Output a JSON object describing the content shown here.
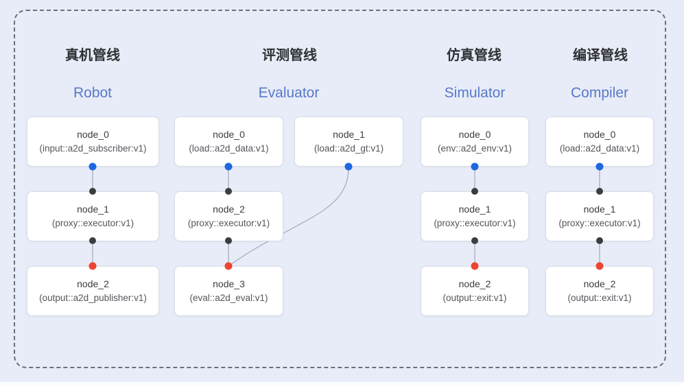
{
  "colors": {
    "bg": "#e7ecf8",
    "dash_border": "#6b6f76",
    "title_dark": "#2e3033",
    "accent_en": "#5978ca",
    "box_border": "#d9dde5",
    "node_title": "#3b3c40",
    "node_sub": "#53555a",
    "edge": "#a6afbe",
    "dot_blue": "#1e68e0",
    "dot_dark": "#3c3d41",
    "dot_red": "#ec4532"
  },
  "pipelines": [
    {
      "title_cn": "真机管线",
      "title_en": "Robot",
      "columns": [
        {
          "nodes": [
            {
              "title": "node_0",
              "subtitle": "(input::a2d_subscriber:v1)"
            },
            {
              "title": "node_1",
              "subtitle": "(proxy::executor:v1)"
            },
            {
              "title": "node_2",
              "subtitle": "(output::a2d_publisher:v1)"
            }
          ]
        }
      ]
    },
    {
      "title_cn": "评测管线",
      "title_en": "Evaluator",
      "columns": [
        {
          "nodes": [
            {
              "title": "node_0",
              "subtitle": "(load::a2d_data:v1)"
            },
            {
              "title": "node_2",
              "subtitle": "(proxy::executor:v1)"
            },
            {
              "title": "node_3",
              "subtitle": "(eval::a2d_eval:v1)"
            }
          ]
        },
        {
          "nodes": [
            {
              "title": "node_1",
              "subtitle": "(load::a2d_gt:v1)"
            }
          ]
        }
      ]
    },
    {
      "title_cn": "仿真管线",
      "title_en": "Simulator",
      "columns": [
        {
          "nodes": [
            {
              "title": "node_0",
              "subtitle": "(env::a2d_env:v1)"
            },
            {
              "title": "node_1",
              "subtitle": "(proxy::executor:v1)"
            },
            {
              "title": "node_2",
              "subtitle": "(output::exit:v1)"
            }
          ]
        }
      ]
    },
    {
      "title_cn": "编译管线",
      "title_en": "Compiler",
      "columns": [
        {
          "nodes": [
            {
              "title": "node_0",
              "subtitle": "(load::a2d_data:v1)"
            },
            {
              "title": "node_1",
              "subtitle": "(proxy::executor:v1)"
            },
            {
              "title": "node_2",
              "subtitle": "(output::exit:v1)"
            }
          ]
        }
      ]
    }
  ]
}
